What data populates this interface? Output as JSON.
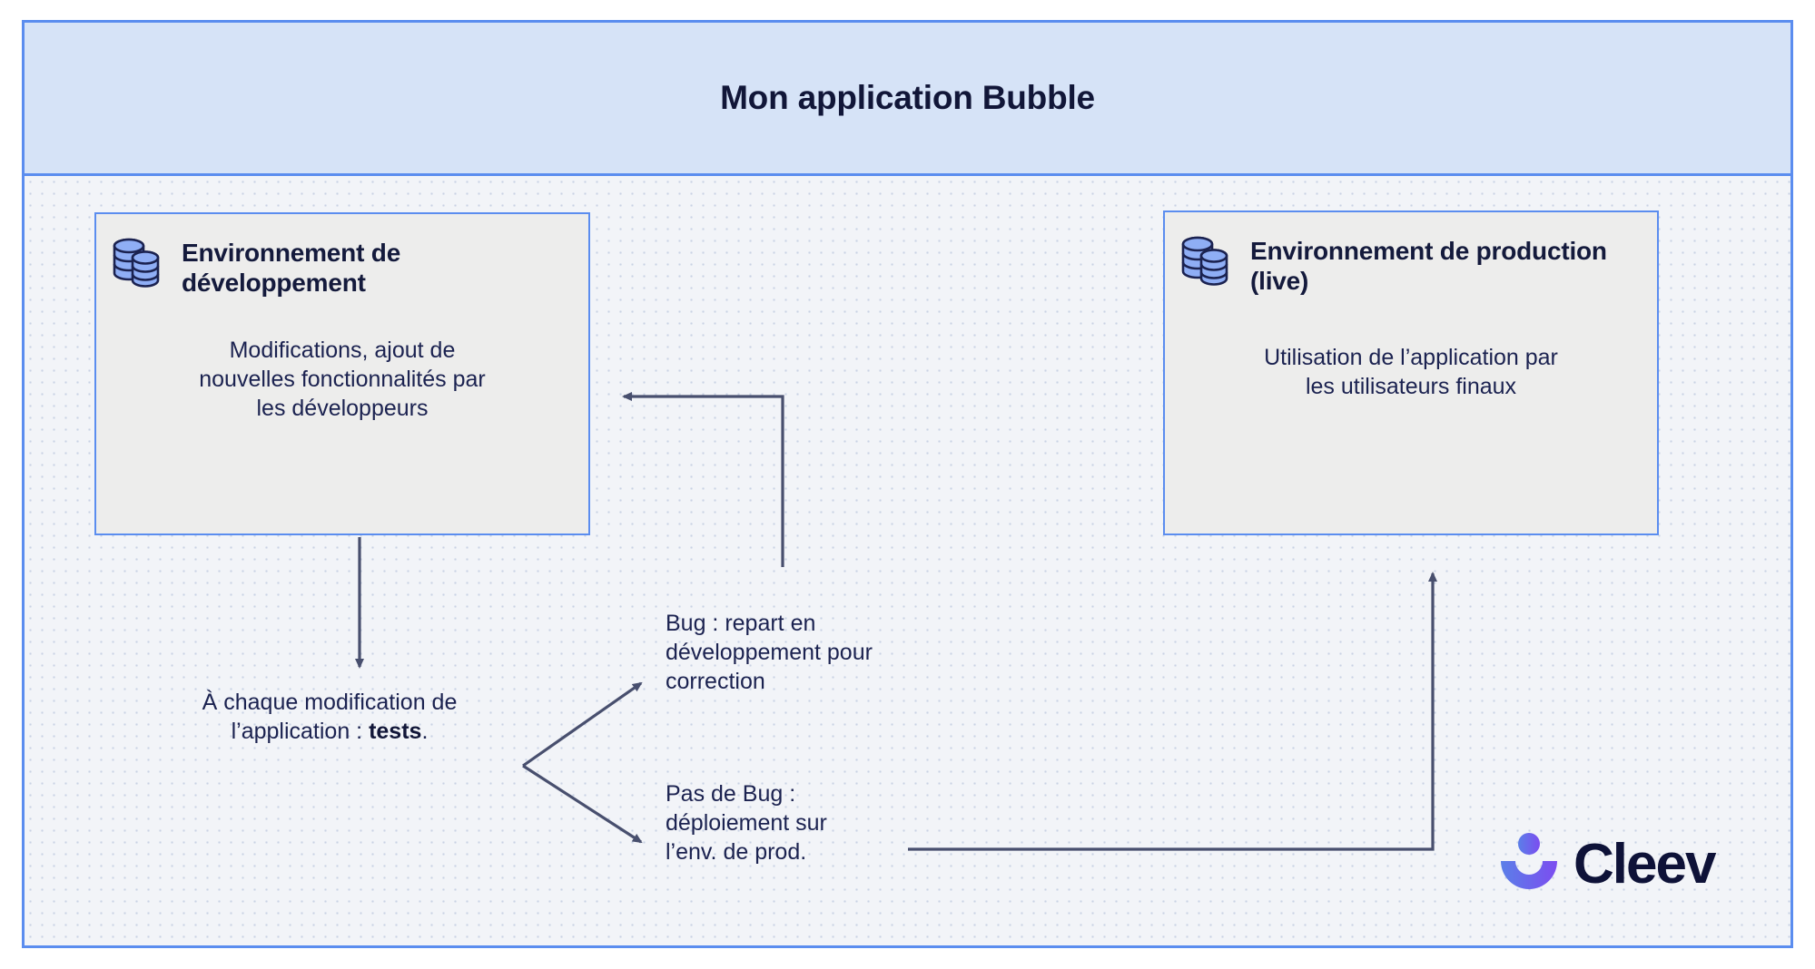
{
  "header": {
    "title": "Mon application Bubble"
  },
  "colors": {
    "frame_border": "#5B8DEF",
    "header_fill": "#D6E3F7",
    "box_fill": "#EDEDEC",
    "box_border": "#5B8DEF",
    "text_navy": "#1B2250",
    "title_navy": "#111638",
    "arrow": "#484F6E",
    "db_icon_fill": "#8FAEF5",
    "db_icon_stroke": "#1B2250",
    "logo_blue": "#5B7FE8",
    "logo_purple": "#7C4DF0",
    "background": "#F2F4F8"
  },
  "boxes": [
    {
      "id": "dev",
      "icon": "database-stack-icon",
      "title": "Environnement de développement",
      "description": "Modifications, ajout de nouvelles fonctionnalités par les développeurs"
    },
    {
      "id": "prod",
      "icon": "database-stack-icon",
      "title": "Environnement de production (live)",
      "description": "Utilisation de l’application par les utilisateurs finaux"
    }
  ],
  "labels": {
    "tests_prefix": "À chaque modification de l’application : ",
    "tests_bold": "tests",
    "tests_suffix": ".",
    "bug": "Bug : repart en développement pour correction",
    "no_bug": "Pas de Bug : déploiement sur l’env. de prod."
  },
  "logo": {
    "mark": "cleev-mark-icon",
    "wordmark": "Cleev"
  }
}
